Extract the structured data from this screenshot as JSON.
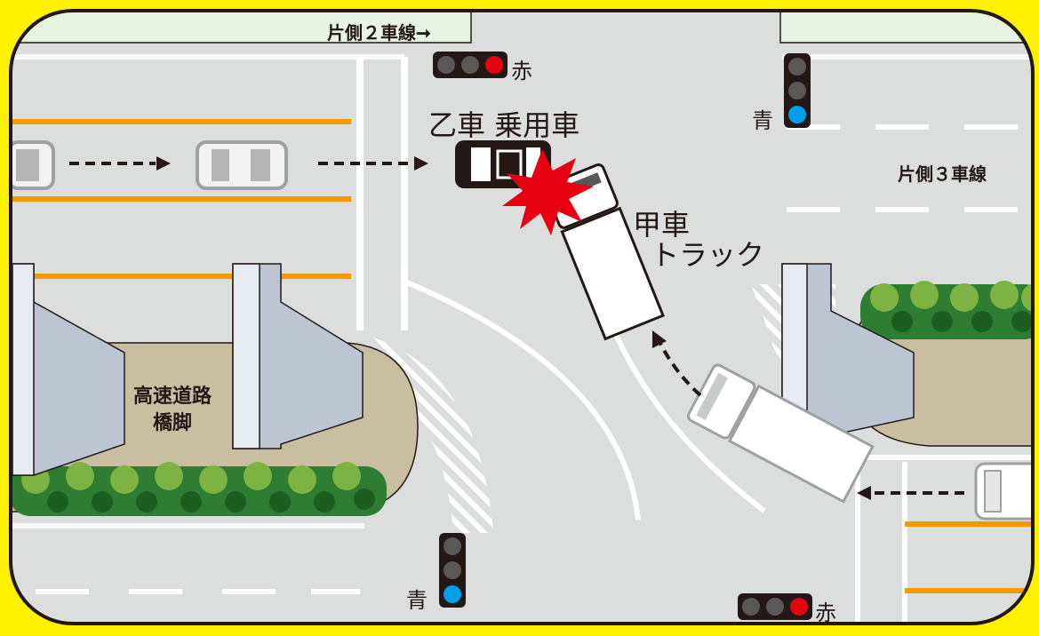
{
  "labels": {
    "two_lanes": "片側２車線➞",
    "three_lanes": "片側３車線",
    "car_b": "乙車 乗用車",
    "car_a_line1": "甲車",
    "car_a_line2": "トラック",
    "pier_line1": "高速道路",
    "pier_line2": "橋脚"
  },
  "signals": {
    "top_center": "赤",
    "top_right": "青",
    "bottom_left": "青",
    "bottom_right": "赤"
  },
  "colors": {
    "frame": "#fff200",
    "road": "#dcdddd",
    "sidewalk": "#e8f4e2",
    "lane_yellow": "#f39800",
    "median": "#c8bfa3",
    "pier": "#bcc5d1",
    "signal_red": "#e60012",
    "signal_blue": "#00a0e9",
    "impact": "#e60012"
  }
}
